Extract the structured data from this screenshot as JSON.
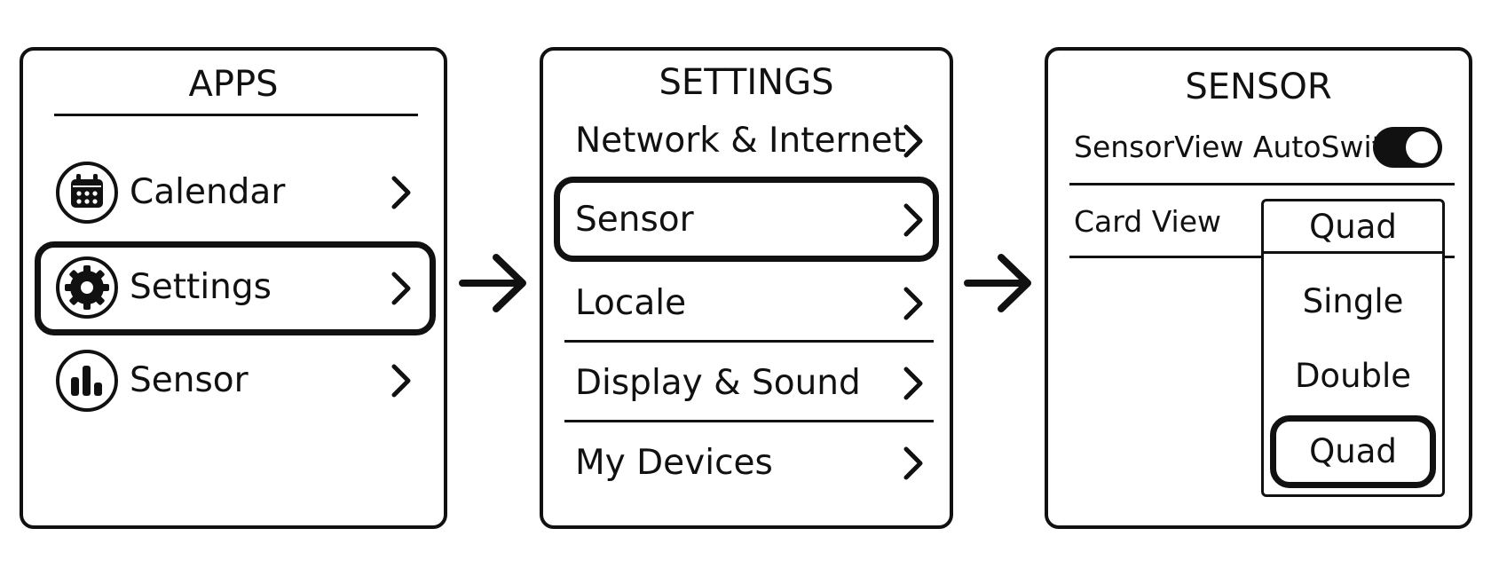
{
  "apps": {
    "title": "APPS",
    "items": [
      {
        "label": "Calendar",
        "icon": "calendar-icon"
      },
      {
        "label": "Settings",
        "icon": "gear-icon",
        "selected": true
      },
      {
        "label": "Sensor",
        "icon": "bar-chart-icon"
      }
    ]
  },
  "settings": {
    "title": "SETTINGS",
    "items": [
      {
        "label": "Network & Internet"
      },
      {
        "label": "Sensor",
        "selected": true
      },
      {
        "label": "Locale"
      },
      {
        "label": "Display & Sound"
      },
      {
        "label": "My Devices"
      }
    ]
  },
  "sensor": {
    "title": "SENSOR",
    "autoswitch_label": "SensorView AutoSwitch",
    "autoswitch_on": true,
    "card_view_label": "Card View",
    "card_view_value": "Quad",
    "options": [
      "Single",
      "Double",
      "Quad"
    ],
    "selected_option": "Quad"
  },
  "colors": {
    "ink": "#111111",
    "background": "#ffffff"
  }
}
